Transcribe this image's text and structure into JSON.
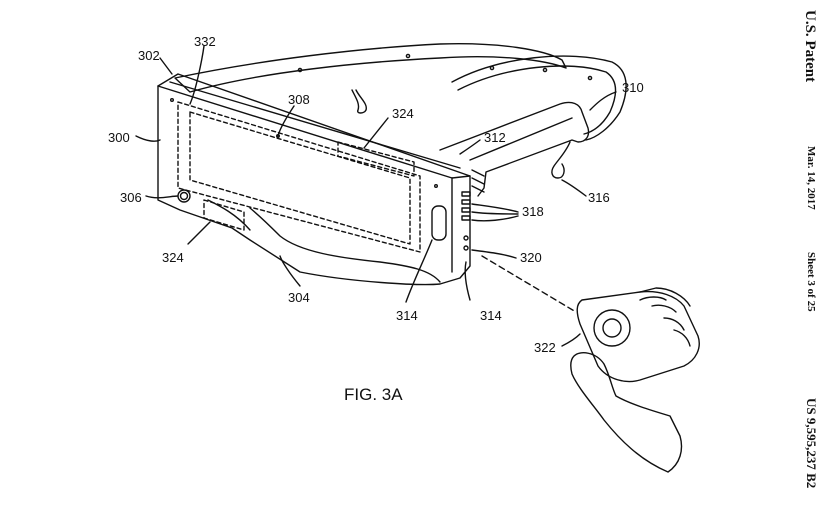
{
  "header": {
    "left_title": "U.S. Patent",
    "date": "Mar. 14, 2017",
    "sheet": "Sheet 3 of 25",
    "patent_number": "US 9,595,237 B2"
  },
  "figure": {
    "caption": "FIG. 3A",
    "reference_numerals": {
      "r300": "300",
      "r302": "302",
      "r304": "304",
      "r306": "306",
      "r308": "308",
      "r310": "310",
      "r312": "312",
      "r314a": "314",
      "r314b": "314",
      "r316": "316",
      "r318": "318",
      "r320": "320",
      "r322": "322",
      "r324a": "324",
      "r324b": "324",
      "r332": "332"
    }
  }
}
